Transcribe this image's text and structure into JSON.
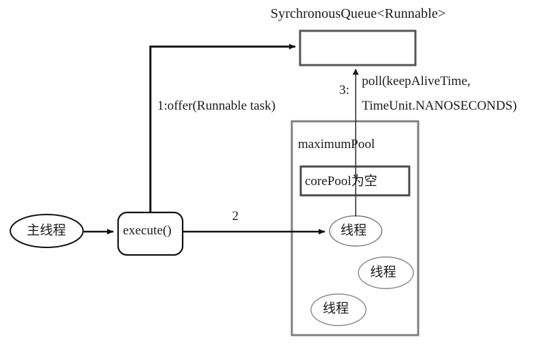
{
  "diagram": {
    "title": "Java thread pool execute() flow with SynchronousQueue",
    "background_color": "#ffffff"
  },
  "queue": {
    "title": "SyrchronousQueue<Runnable>",
    "box_label": "",
    "border_color": "#555555"
  },
  "flows": {
    "offer": "1:offer(Runnable task)",
    "poll_index": "3:",
    "poll_line1": "poll(keepAliveTime,",
    "poll_line2": "TimeUnit.NANOSECONDS)",
    "step2": "2"
  },
  "pool": {
    "maximum_pool_label": "maximumPool",
    "core_pool_label": "corePool为空",
    "border_color": "#808080",
    "core_border_color": "#4a4a4a"
  },
  "nodes": {
    "main_thread": "主线程",
    "execute": "execute()",
    "threads": [
      "线程",
      "线程",
      "线程"
    ]
  },
  "colors": {
    "stroke_dark": "#111111",
    "stroke_gray": "#808080",
    "stroke_thin_gray": "#999999",
    "text": "#1a1a1a"
  }
}
